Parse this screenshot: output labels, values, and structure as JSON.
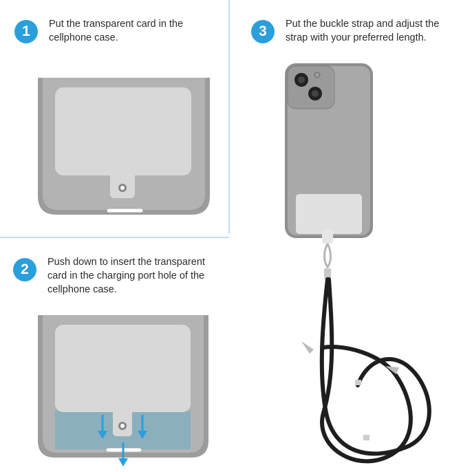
{
  "steps": [
    {
      "number": "1",
      "text": "Put the transparent card in the cellphone case."
    },
    {
      "number": "2",
      "text": "Push down to insert the transparent card in the charging port hole of the cellphone case."
    },
    {
      "number": "3",
      "text": "Put the buckle strap and adjust the strap with your preferred length."
    }
  ],
  "colors": {
    "accent": "#2a9fdc",
    "divider": "#a9d3ee",
    "case": "#9c9c9c",
    "card": "#d8d8d8",
    "highlight": "#8bafbd",
    "strap": "#1e1e1e"
  }
}
